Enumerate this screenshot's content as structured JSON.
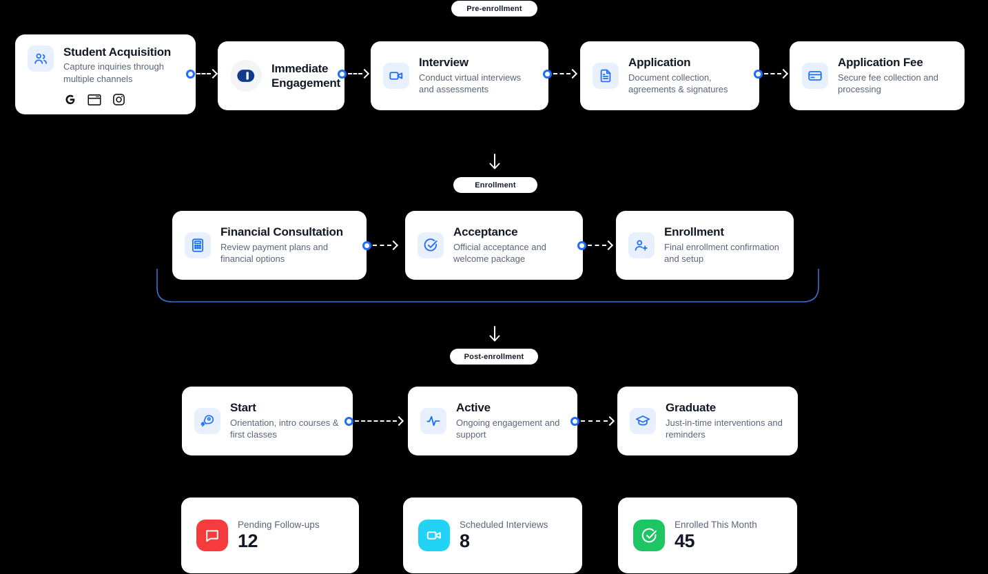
{
  "sections": [
    {
      "id": "pre",
      "badge": "Pre-enrollment"
    },
    {
      "id": "enr",
      "badge": "Enrollment"
    },
    {
      "id": "post",
      "badge": "Post-enrollment"
    }
  ],
  "colors": {
    "accent": "#1a6dff",
    "icon_bg": "#e8f0fe",
    "background": "#000000",
    "card": "#ffffff",
    "title": "#121826",
    "desc": "#5b6577",
    "stat_red": "#f53b3b",
    "stat_cyan": "#22d3f5",
    "stat_green": "#1ec663",
    "curve": "#3b6fd4"
  },
  "pre_enrollment": {
    "cards": [
      {
        "icon": "users-icon",
        "title": "Student Acquisition",
        "desc": "Capture inquiries through multiple channels",
        "channels": [
          "google-icon",
          "browser-window-icon",
          "instagram-icon"
        ]
      },
      {
        "icon": "engagement-logo-icon",
        "title": "Immediate Engagement",
        "desc": ""
      },
      {
        "icon": "video-camera-icon",
        "title": "Interview",
        "desc": "Conduct virtual interviews and assessments"
      },
      {
        "icon": "document-icon",
        "title": "Application",
        "desc": "Document collection, agreements & signatures"
      },
      {
        "icon": "credit-card-icon",
        "title": "Application Fee",
        "desc": "Secure fee collection and processing"
      }
    ]
  },
  "enrollment": {
    "cards": [
      {
        "icon": "calculator-icon",
        "title": "Financial Consultation",
        "desc": "Review payment plans and financial options"
      },
      {
        "icon": "check-circle-icon",
        "title": "Acceptance",
        "desc": "Official acceptance and welcome package"
      },
      {
        "icon": "user-plus-icon",
        "title": "Enrollment",
        "desc": "Final enrollment confirmation and setup"
      }
    ]
  },
  "post_enrollment": {
    "cards": [
      {
        "icon": "rocket-icon",
        "title": "Start",
        "desc": "Orientation, intro courses & first classes"
      },
      {
        "icon": "activity-pulse-icon",
        "title": "Active",
        "desc": "Ongoing engagement and support"
      },
      {
        "icon": "graduation-cap-icon",
        "title": "Graduate",
        "desc": "Just-in-time interventions and reminders"
      }
    ]
  },
  "stats": [
    {
      "icon": "chat-bubble-icon",
      "label": "Pending Follow-ups",
      "value": "12",
      "color": "#f53b3b"
    },
    {
      "icon": "video-camera-icon",
      "label": "Scheduled Interviews",
      "value": "8",
      "color": "#22d3f5"
    },
    {
      "icon": "check-circle-icon",
      "label": "Enrolled This Month",
      "value": "45",
      "color": "#1ec663"
    }
  ]
}
